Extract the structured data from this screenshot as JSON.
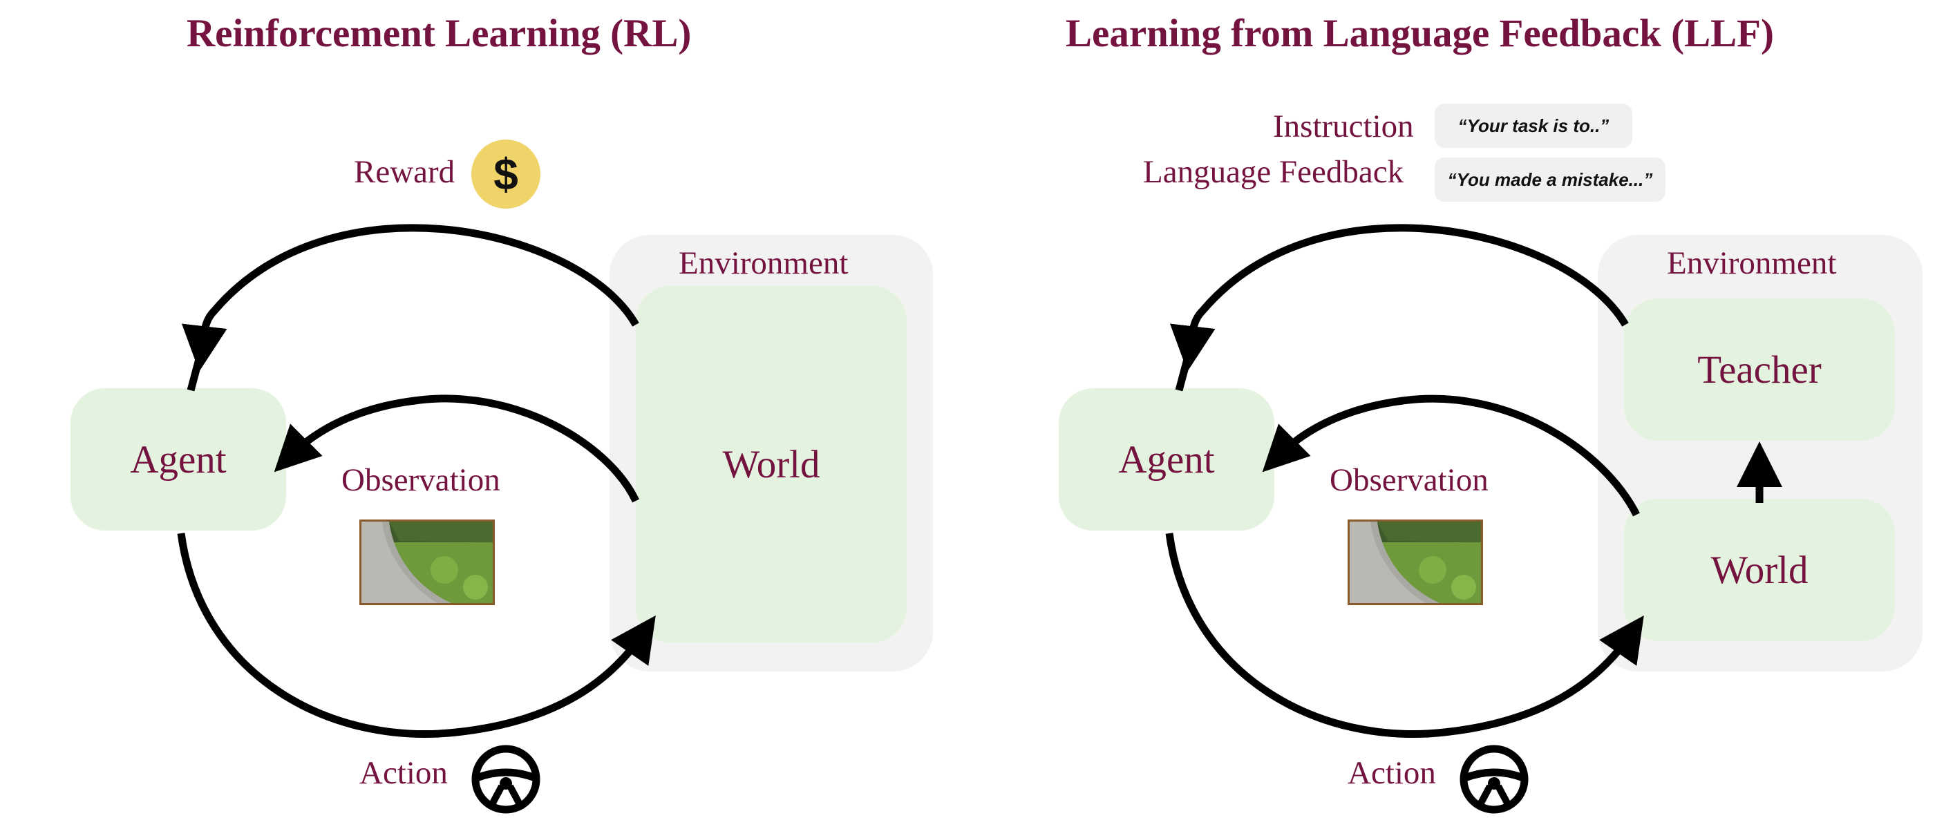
{
  "left_panel": {
    "title": "Reinforcement Learning (RL)",
    "reward_label": "Reward",
    "reward_symbol": "$",
    "environment_label": "Environment",
    "world_label": "World",
    "agent_label": "Agent",
    "observation_label": "Observation",
    "action_label": "Action"
  },
  "right_panel": {
    "title": "Learning from Language Feedback (LLF)",
    "instruction_label": "Instruction",
    "instruction_text": "“Your task is to..”",
    "feedback_label": "Language Feedback",
    "feedback_text": "“You made a mistake...”",
    "environment_label": "Environment",
    "teacher_label": "Teacher",
    "world_label": "World",
    "agent_label": "Agent",
    "observation_label": "Observation",
    "action_label": "Action"
  },
  "colors": {
    "maroon": "#74133f",
    "green_box": "#e4f3df",
    "env_box": "#f2f2f2",
    "coin": "#f0d46a"
  },
  "icons": {
    "reward": "dollar-coin-icon",
    "action": "steering-wheel-icon",
    "observation": "sidewalk-photo"
  }
}
